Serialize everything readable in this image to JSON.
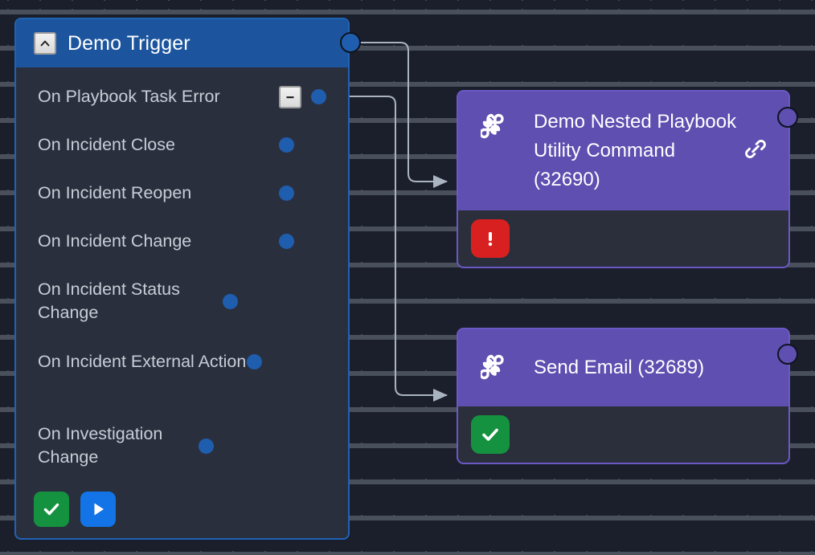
{
  "canvas": {
    "background_color": "#1b1f2b",
    "grid_dot_color": "#4b505d"
  },
  "trigger_node": {
    "title": "Demo Trigger",
    "header_color": "#1c559e",
    "border_color": "#1f63b5",
    "body_color": "#2a2f3e",
    "collapse_icon": "chevron-up-icon",
    "output_port_color": "#1f5eae",
    "rows": [
      {
        "label": "On Playbook Task Error",
        "has_collapse_toggle": true,
        "collapse_icon": "minus-icon",
        "port_color": "#1f5eae",
        "connected": true
      },
      {
        "label": "On Incident Close",
        "has_collapse_toggle": false,
        "collapse_icon": "",
        "port_color": "#1f5eae",
        "connected": false
      },
      {
        "label": "On Incident Reopen",
        "has_collapse_toggle": false,
        "collapse_icon": "",
        "port_color": "#1f5eae",
        "connected": false
      },
      {
        "label": "On Incident Change",
        "has_collapse_toggle": false,
        "collapse_icon": "",
        "port_color": "#1f5eae",
        "connected": false
      },
      {
        "label": "On Incident Status Change",
        "has_collapse_toggle": false,
        "collapse_icon": "",
        "port_color": "#1f5eae",
        "connected": false
      },
      {
        "label": "On Incident External Action",
        "has_collapse_toggle": false,
        "collapse_icon": "",
        "port_color": "#1f5eae",
        "connected": false
      },
      {
        "label": "On Investigation Change",
        "has_collapse_toggle": false,
        "collapse_icon": "",
        "port_color": "#1f5eae",
        "connected": false
      }
    ],
    "footer_actions": [
      {
        "name": "check-button",
        "icon": "check-icon",
        "color": "#15923f"
      },
      {
        "name": "run-button",
        "icon": "play-icon",
        "color": "#1374e8"
      }
    ]
  },
  "task_nodes": [
    {
      "title": "Demo Nested Playbook Utility Command (32690)",
      "task_id": "32690",
      "icon": "command-icon",
      "link_icon": "link-icon",
      "header_color": "#5e4fb0",
      "footer_color": "#2b2f3b",
      "status": {
        "icon": "error-icon",
        "color": "#d92020",
        "state": "error"
      }
    },
    {
      "title": "Send Email (32689)",
      "task_id": "32689",
      "icon": "command-icon",
      "link_icon": "",
      "header_color": "#5e4fb0",
      "footer_color": "#2b2f3b",
      "status": {
        "icon": "check-icon",
        "color": "#15923f",
        "state": "success"
      }
    }
  ],
  "edges": [
    {
      "from": "trigger-output-port",
      "to": "task-node-0",
      "color": "#aab4c0"
    },
    {
      "from": "trigger-row-0-output-port",
      "to": "task-node-1",
      "color": "#aab4c0"
    }
  ]
}
